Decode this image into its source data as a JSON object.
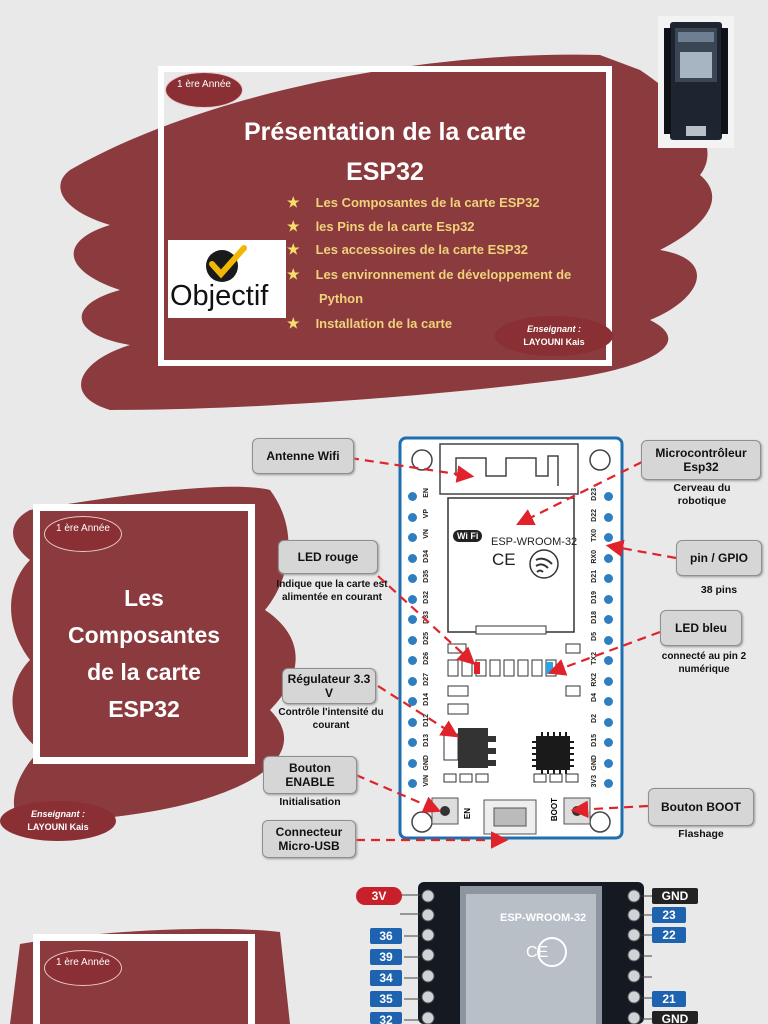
{
  "slide1": {
    "grade": "1 ère Année",
    "title_line1": "Présentation de la carte",
    "title_line2": "ESP32",
    "objectif_label": "Objectif",
    "bullets": [
      "Les Composantes de la carte ESP32",
      "les Pins de la carte Esp32",
      "Les accessoires de la carte ESP32",
      "Les environnement de développement de",
      "Python",
      "Installation de la carte"
    ],
    "teacher_role": "Enseignant :",
    "teacher_name": "LAYOUNI Kais"
  },
  "slide2": {
    "grade": "1 ère Année",
    "title_lines": [
      "Les",
      "Composantes",
      "de la carte",
      "ESP32"
    ],
    "teacher_role": "Enseignant :",
    "teacher_name": "LAYOUNI Kais",
    "callouts": {
      "antenne": "Antenne Wifi",
      "micro_title": "Microcontrôleur Esp32",
      "micro_sub": "Cerveau du robotique",
      "led_rouge": "LED rouge",
      "led_rouge_sub": "Indique que la carte est alimentée en courant",
      "pin_gpio": "pin / GPIO",
      "pin_sub": "38 pins",
      "led_bleu": "LED bleu",
      "led_bleu_sub": "connecté au pin 2 numérique",
      "regulateur": "Régulateur 3.3 V",
      "regulateur_sub": "Contrôle l'intensité du courant",
      "bouton_enable": "Bouton ENABLE",
      "bouton_enable_sub": "Initialisation",
      "bouton_boot": "Bouton BOOT",
      "bouton_boot_sub": "Flashage",
      "connecteur": "Connecteur Micro-USB"
    },
    "module_label": "ESP-WROOM-32",
    "wifi_badge": "Wi Fi",
    "ce_mark": "CE",
    "en_label": "EN",
    "boot_label": "BOOT",
    "left_pins": [
      "EN",
      "VP",
      "VN",
      "D34",
      "D35",
      "D32",
      "D33",
      "D25",
      "D26",
      "D27",
      "D14",
      "D12",
      "D13",
      "GND",
      "VIN"
    ],
    "right_pins": [
      "D23",
      "D22",
      "TX0",
      "RX0",
      "D21",
      "D19",
      "D18",
      "D5",
      "TX2",
      "RX2",
      "D4",
      "D2",
      "D15",
      "GND",
      "3V3"
    ]
  },
  "slide3": {
    "grade": "1 ère Année",
    "left_labels": [
      "3V",
      "36",
      "39",
      "34",
      "35",
      "32"
    ],
    "right_labels": [
      "GND",
      "23",
      "22",
      "21",
      "GND"
    ],
    "module_label": "ESP-WROOM-32",
    "colors": {
      "blue": "#1d63b0",
      "red": "#c8202a",
      "black": "#222222"
    }
  },
  "colors": {
    "maroon": "#8a2f33",
    "brush": "#8b3a3e",
    "gold": "#f0d27a",
    "arrow": "#e0232b",
    "pin": "#2f7fc0"
  }
}
